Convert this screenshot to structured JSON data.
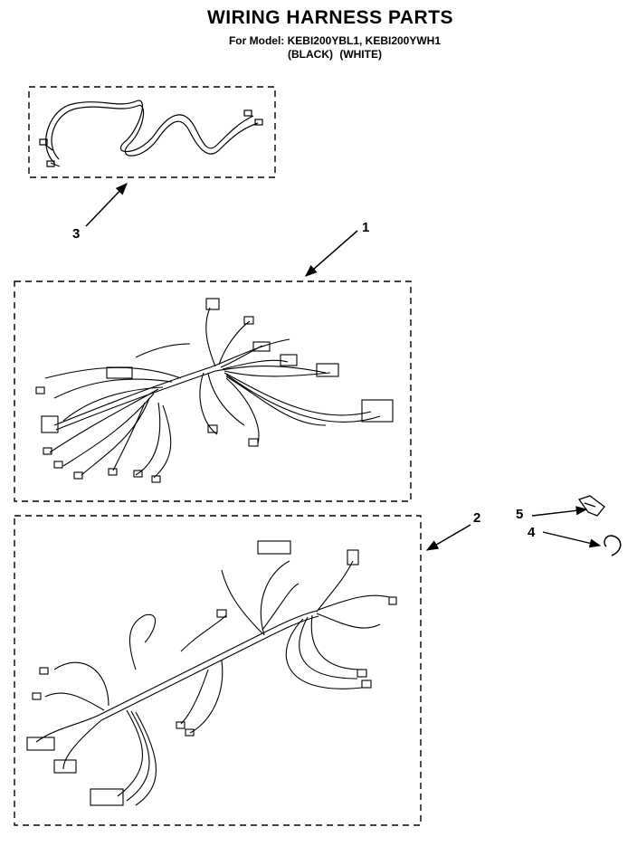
{
  "header": {
    "title": "WIRING HARNESS PARTS",
    "model_line": "For Model: KEBI200YBL1, KEBI200YWH1",
    "colors_line": "(BLACK)   (WHITE)"
  },
  "callouts": {
    "c1": "1",
    "c2": "2",
    "c3": "3",
    "c4": "4",
    "c5": "5"
  },
  "colors": {
    "line": "#000000",
    "background": "#ffffff"
  }
}
